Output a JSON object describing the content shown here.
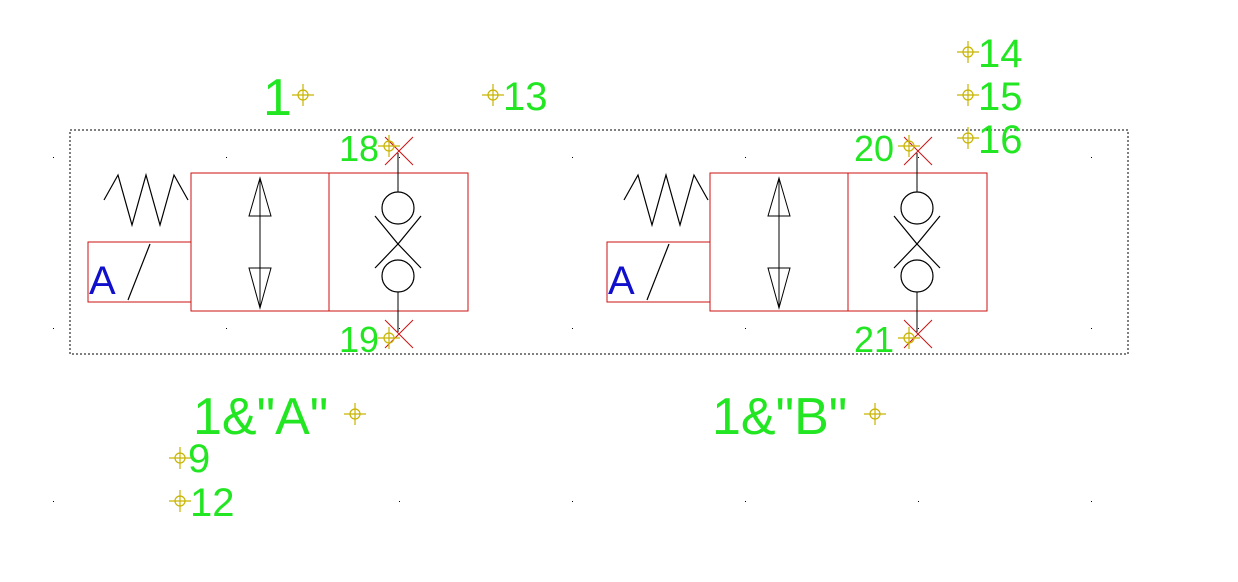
{
  "colors": {
    "background": "#ffffff",
    "label": "#22e622",
    "marker": "#c8b400",
    "component": "#cc1111",
    "symbol": "#000000",
    "coil_letter": "#1010cc",
    "boundary": "#000000"
  },
  "valves": [
    {
      "coil_letter": "A",
      "top_port": "18",
      "bottom_port": "19",
      "tag": "1&\"A\""
    },
    {
      "coil_letter": "A",
      "top_port": "20",
      "bottom_port": "21",
      "tag": "1&\"B\""
    }
  ],
  "attributes": {
    "main_ref": "1",
    "ref_13": "13",
    "ref_14": "14",
    "ref_15": "15",
    "ref_16": "16",
    "ref_9": "9",
    "ref_12": "12"
  }
}
